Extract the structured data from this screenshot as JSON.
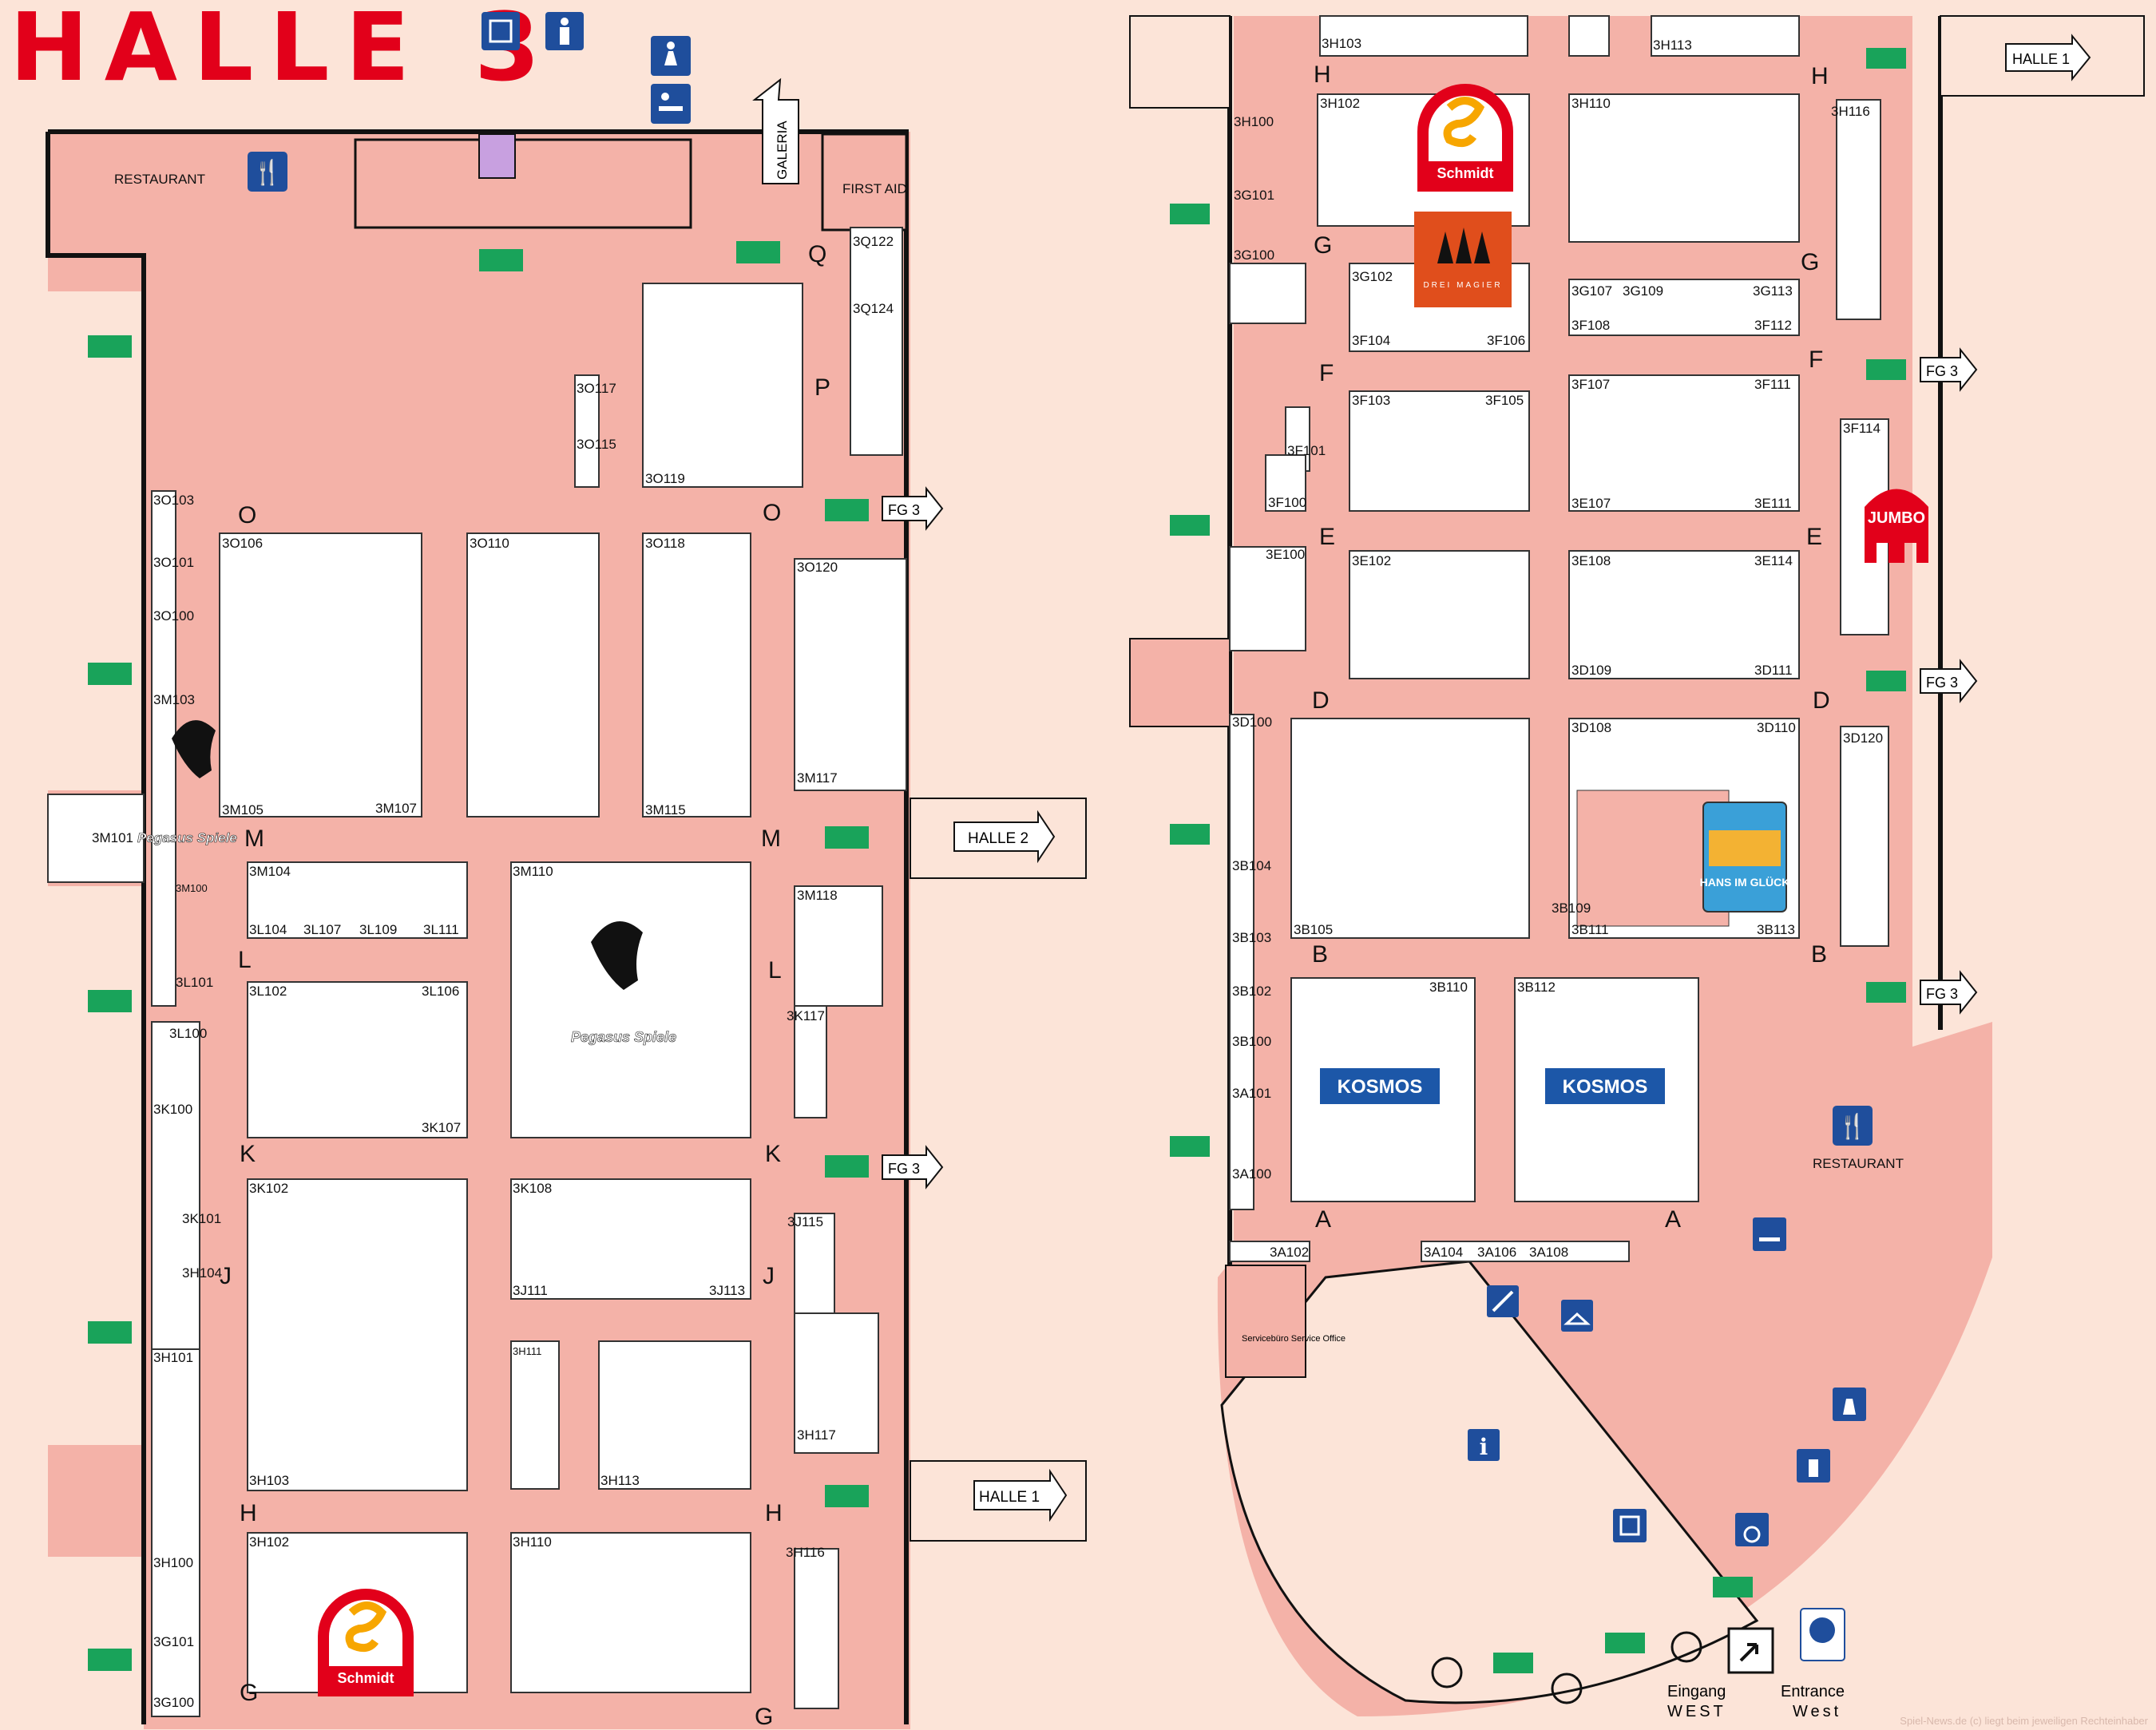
{
  "title": "HALLE 3",
  "colors": {
    "floor": "#f4b2a8",
    "background": "#fce4d8",
    "booth": "#ffffff",
    "wall": "#111111",
    "accent_red": "#e2001a",
    "exit_green": "#19a35a",
    "sign_blue": "#1f4e9c"
  },
  "left_plan": {
    "row_letters": [
      "Q",
      "P",
      "O",
      "O",
      "M",
      "M",
      "L",
      "L",
      "K",
      "K",
      "J",
      "J",
      "H",
      "H",
      "G",
      "G"
    ],
    "booths": [
      "3Q122",
      "3Q124",
      "3O117",
      "3O115",
      "3O119",
      "3O103",
      "3O101",
      "3O100",
      "3O106",
      "3O110",
      "3O118",
      "3O120",
      "3M103",
      "3M105",
      "3M107",
      "3M115",
      "3M117",
      "3M101",
      "3M104",
      "3M110",
      "3M100",
      "3M118",
      "3L104",
      "3L107",
      "3L109",
      "3L111",
      "3L101",
      "3L102",
      "3L106",
      "3K107",
      "3K117",
      "3L100",
      "3K100",
      "3K102",
      "3K108",
      "3J111",
      "3J113",
      "3J115",
      "3K101",
      "3H104",
      "3H101",
      "3H103",
      "3H111",
      "3H113",
      "3H117",
      "3H100",
      "3H102",
      "3H110",
      "3H116",
      "3G101",
      "3G100"
    ],
    "facilities": {
      "restaurant": "RESTAURANT",
      "first_aid": "FIRST AID",
      "galeria": "GALERIA"
    },
    "exits": [
      "FG 3",
      "HALLE 2",
      "FG 3",
      "HALLE 1"
    ],
    "logos": [
      "Pegasus Spiele",
      "Pegasus Spiele",
      "Schmidt"
    ]
  },
  "right_plan": {
    "row_letters": [
      "H",
      "H",
      "G",
      "G",
      "F",
      "F",
      "E",
      "E",
      "D",
      "D",
      "B",
      "B",
      "A",
      "A"
    ],
    "booths": [
      "3H103",
      "3H113",
      "3H100",
      "3H102",
      "3H110",
      "3H116",
      "3G101",
      "3G100",
      "3G102",
      "3G107",
      "3G109",
      "3G113",
      "3F104",
      "3F106",
      "3F108",
      "3F112",
      "3F103",
      "3F105",
      "3F107",
      "3F111",
      "3F101",
      "3F100",
      "3F114",
      "3E100",
      "3E102",
      "3E108",
      "3E114",
      "3E107",
      "3E111",
      "3D109",
      "3D111",
      "3D100",
      "3D108",
      "3D110",
      "3D120",
      "3B104",
      "3B105",
      "3B109",
      "3B111",
      "3B113",
      "3B103",
      "3B102",
      "3B100",
      "3B110",
      "3B112",
      "3A101",
      "3A100",
      "3A102",
      "3A104",
      "3A106",
      "3A108"
    ],
    "facilities": {
      "restaurant": "RESTAURANT",
      "service_office": "Servicebüro Service Office",
      "entrance_de": "Eingang",
      "entrance_de_2": "WEST",
      "entrance_en": "Entrance",
      "entrance_en_2": "West"
    },
    "exits": [
      "HALLE 1",
      "FG 3",
      "FG 3",
      "FG 3"
    ],
    "logos": [
      "Schmidt",
      "DREI MAGIER",
      "JUMBO",
      "HANS IM GLÜCK",
      "KOSMOS",
      "KOSMOS"
    ]
  },
  "credit": "Spiel-News.de (c) liegt beim jeweiligen Rechteinhaber"
}
